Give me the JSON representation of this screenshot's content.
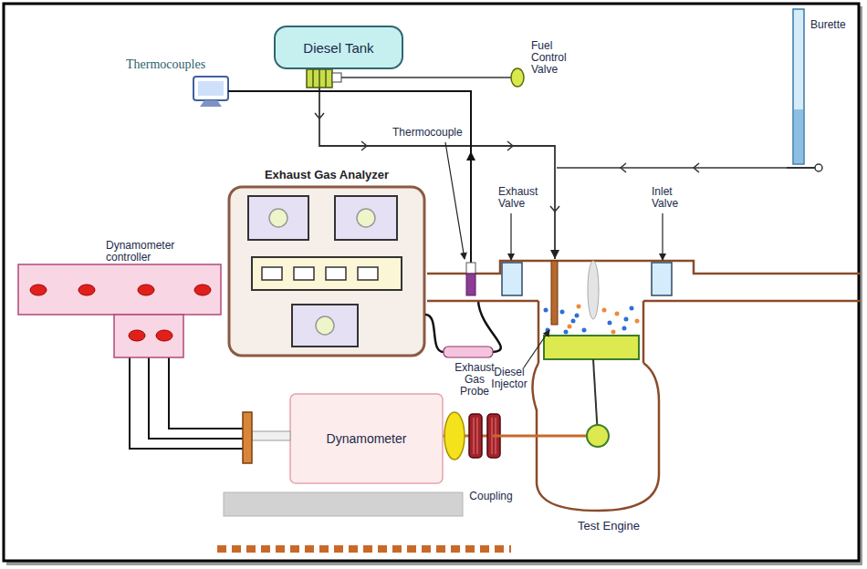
{
  "diagram": {
    "nodes": [
      {
        "text": [
          "Diesel Tank"
        ]
      },
      {
        "text": [
          "Exhaust Gas Analyzer"
        ]
      },
      {
        "text": [
          "Dynamometer controller"
        ]
      },
      {
        "text": [
          "Dynamometer"
        ]
      },
      {
        "text": [
          "Test Engine"
        ]
      }
    ],
    "edges": [
      {
        "from": 0,
        "to": 4,
        "arrow": "to"
      },
      {
        "from": 2,
        "to": 3,
        "arrow": "none"
      },
      {
        "from": 3,
        "to": 4,
        "arrow": "none"
      }
    ],
    "labels": [
      "Burette",
      "Fuel Control Valve",
      "Thermocouples",
      "Thermocouple",
      "Exhaust Valve",
      "Inlet Valve",
      "Exhaust Gas Probe",
      "Diesel Injector",
      "Coupling"
    ]
  }
}
